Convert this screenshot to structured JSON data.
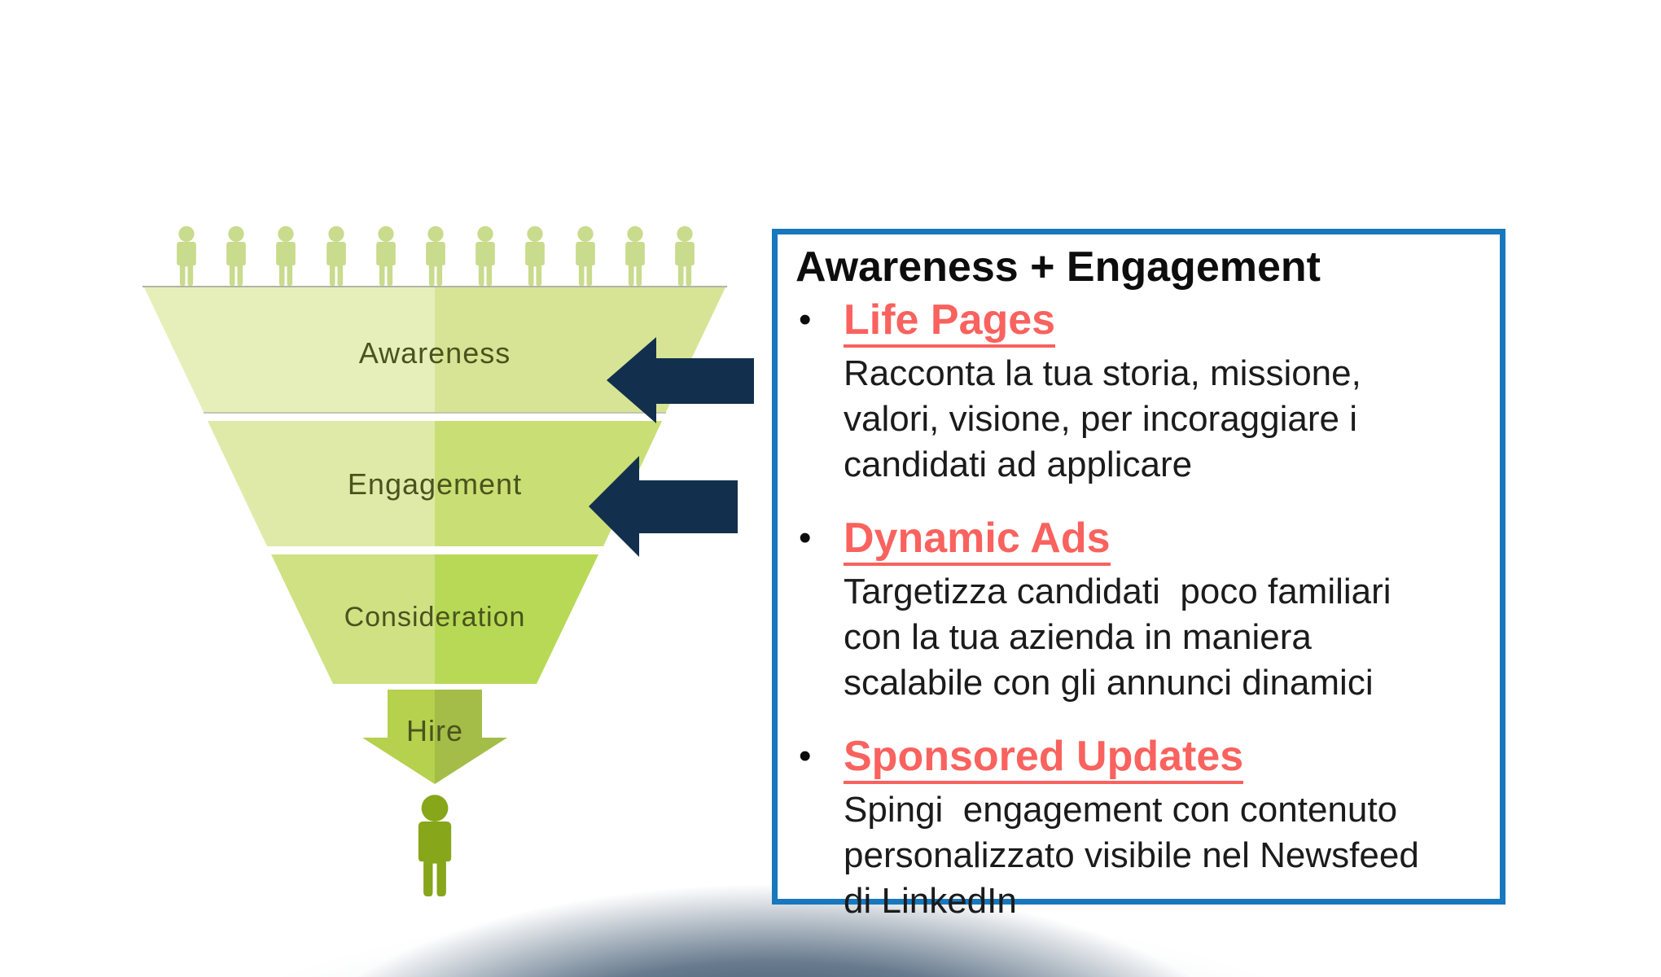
{
  "funnel": {
    "audience_count": 11,
    "stages": [
      {
        "label": "Awareness",
        "left_color": "#e6efba",
        "right_color": "#d7e495"
      },
      {
        "label": "Engagement",
        "left_color": "#dfeaa8",
        "right_color": "#c9de74"
      },
      {
        "label": "Consideration",
        "left_color": "#cfe183",
        "right_color": "#b8d955"
      },
      {
        "label": "Hire",
        "left_color": "#b5d14d",
        "right_color": "#a4bd48"
      }
    ],
    "label_color": "#4a531d",
    "audience_person_color": "#c9db8c",
    "hired_person_color": "#87a619"
  },
  "arrows": {
    "color": "#12304e",
    "direction": "left",
    "count": 2
  },
  "info_box": {
    "border_color": "#1878be",
    "heading_color": "#f9625e",
    "title": "Awareness + Engagement",
    "bullets": [
      {
        "heading": "Life Pages",
        "lines": [
          "Racconta la tua storia, missione,",
          "valori, visione, per incoraggiare i",
          "candidati ad applicare"
        ]
      },
      {
        "heading": "Dynamic Ads",
        "lines": [
          "Targetizza candidati  poco familiari",
          "con la tua azienda in maniera",
          "scalabile con gli annunci dinamici"
        ]
      },
      {
        "heading": "Sponsored Updates",
        "lines": [
          "Spingi  engagement con contenuto",
          "personalizzato visibile nel Newsfeed",
          "di LinkedIn"
        ]
      }
    ]
  }
}
